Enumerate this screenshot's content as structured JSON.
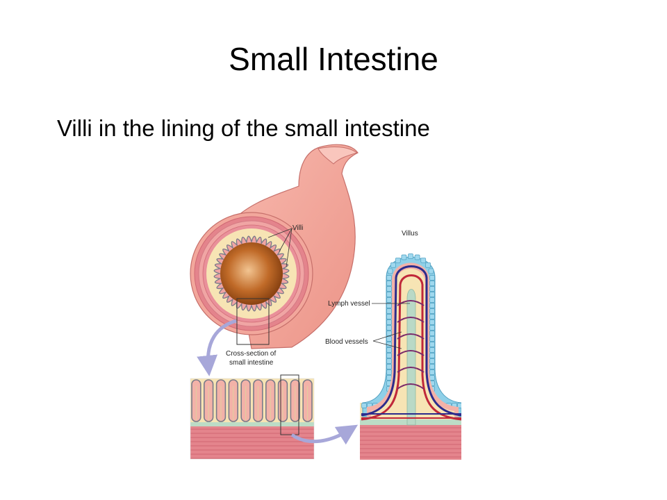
{
  "slide": {
    "title": "Small Intestine",
    "bullet": "Villi in the lining of the small intestine"
  },
  "diagram": {
    "labels": {
      "villi": "Villi",
      "villus": "Villus",
      "lymph_vessel": "Lymph vessel",
      "blood_vessels": "Blood vessels",
      "cross_section_line1": "Cross-section of",
      "cross_section_line2": "small intestine"
    },
    "colors": {
      "tube_outer": "#f4aaa0",
      "muscle_band": "#e07d85",
      "lumen": "#b3581a",
      "submucosa": "#f7e4b4",
      "epithelium_cell": "#8fd0e8",
      "artery": "#c0283a",
      "vein": "#2c2c8c",
      "lymph": "#b9d9c6",
      "arrow": "#a7a7d9"
    }
  }
}
